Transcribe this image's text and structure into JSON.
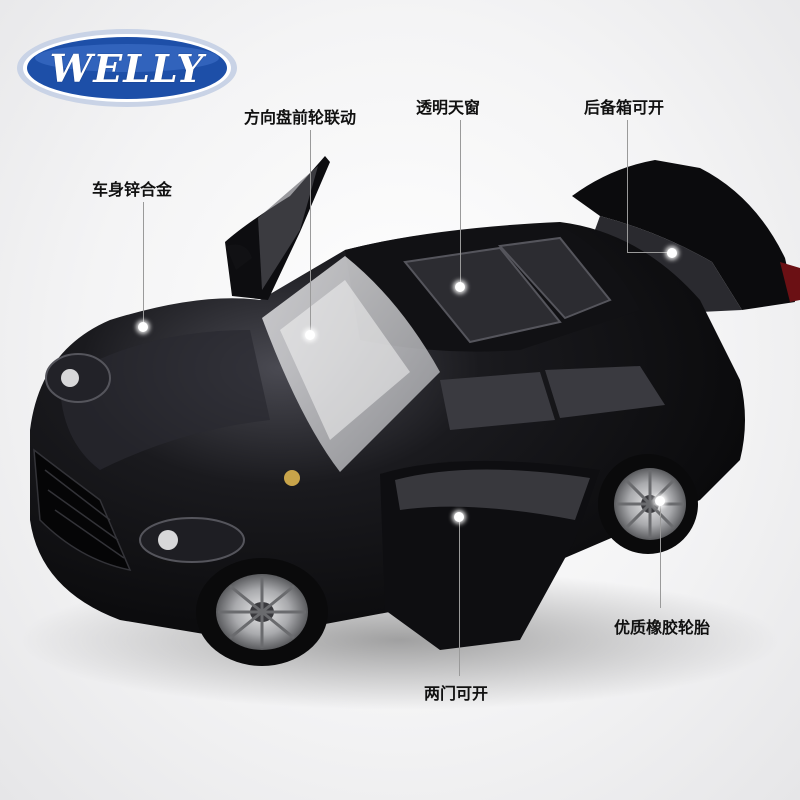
{
  "logo": {
    "text": "WELLY"
  },
  "callouts": {
    "body_material": "车身锌合金",
    "steering_linkage": "方向盘前轮联动",
    "sunroof": "透明天窗",
    "trunk_opens": "后备箱可开",
    "tires": "优质橡胶轮胎",
    "doors_open": "两门可开"
  },
  "colors": {
    "car_body": "#0b0b0d",
    "logo_blue": "#1d4fa8",
    "logo_ring": "#c9d3e6",
    "background": "#f2f2f3"
  }
}
